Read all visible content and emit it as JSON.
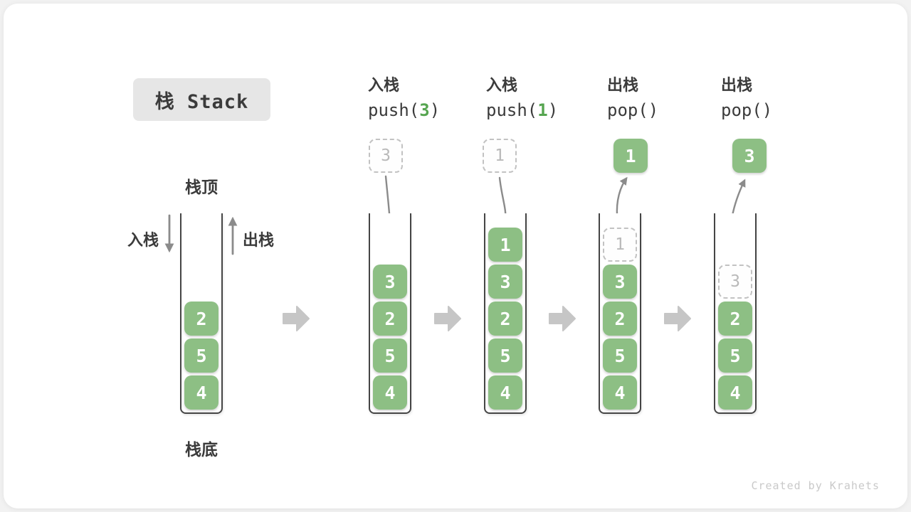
{
  "title": "栈 Stack",
  "labels": {
    "stack_top": "栈顶",
    "stack_bottom": "栈底",
    "push_cn": "入栈",
    "pop_cn": "出栈"
  },
  "footer": "Created by Krahets",
  "colors": {
    "box_green": "#8dbf84",
    "accent_green": "#56a550",
    "arrow_gray": "#8b8b8b",
    "transition_gray": "#c6c6c6",
    "ghost_border": "#c2c2c2",
    "ghost_text": "#b9b9b9",
    "title_bg": "#e6e6e6",
    "text_dark": "#3b3b3b",
    "wall_dark": "#454545",
    "credit_gray": "#c9c9c9"
  },
  "stages": [
    {
      "name": "initial",
      "header": null,
      "floating": null,
      "arrow": null,
      "items": [
        {
          "value": "2",
          "ghost": false
        },
        {
          "value": "5",
          "ghost": false
        },
        {
          "value": "4",
          "ghost": false
        }
      ]
    },
    {
      "name": "push-3",
      "header": {
        "action": "入栈",
        "code_prefix": "push(",
        "code_arg": "3",
        "code_suffix": ")"
      },
      "floating": {
        "value": "3",
        "style": "ghost"
      },
      "arrow": "in",
      "items": [
        {
          "value": "3",
          "ghost": false
        },
        {
          "value": "2",
          "ghost": false
        },
        {
          "value": "5",
          "ghost": false
        },
        {
          "value": "4",
          "ghost": false
        }
      ]
    },
    {
      "name": "push-1",
      "header": {
        "action": "入栈",
        "code_prefix": "push(",
        "code_arg": "1",
        "code_suffix": ")"
      },
      "floating": {
        "value": "1",
        "style": "ghost"
      },
      "arrow": "in",
      "items": [
        {
          "value": "1",
          "ghost": false
        },
        {
          "value": "3",
          "ghost": false
        },
        {
          "value": "2",
          "ghost": false
        },
        {
          "value": "5",
          "ghost": false
        },
        {
          "value": "4",
          "ghost": false
        }
      ]
    },
    {
      "name": "pop-1",
      "header": {
        "action": "出栈",
        "code_prefix": "pop(",
        "code_arg": "",
        "code_suffix": ")"
      },
      "floating": {
        "value": "1",
        "style": "solid"
      },
      "arrow": "out",
      "items": [
        {
          "value": "1",
          "ghost": true
        },
        {
          "value": "3",
          "ghost": false
        },
        {
          "value": "2",
          "ghost": false
        },
        {
          "value": "5",
          "ghost": false
        },
        {
          "value": "4",
          "ghost": false
        }
      ]
    },
    {
      "name": "pop-3",
      "header": {
        "action": "出栈",
        "code_prefix": "pop(",
        "code_arg": "",
        "code_suffix": ")"
      },
      "floating": {
        "value": "3",
        "style": "solid"
      },
      "arrow": "out",
      "items": [
        {
          "value": "3",
          "ghost": true
        },
        {
          "value": "2",
          "ghost": false
        },
        {
          "value": "5",
          "ghost": false
        },
        {
          "value": "4",
          "ghost": false
        }
      ]
    }
  ]
}
